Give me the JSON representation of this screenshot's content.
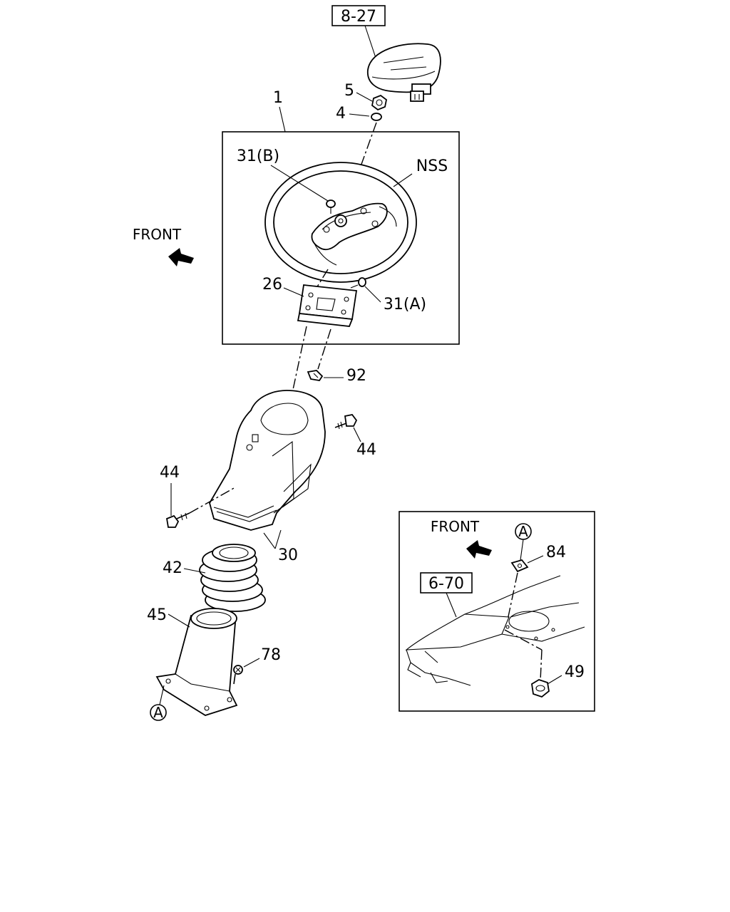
{
  "references": {
    "top": "8-27",
    "inset": "6-70"
  },
  "labels": {
    "p1": "1",
    "p4": "4",
    "p5": "5",
    "p26": "26",
    "p30": "30",
    "p31a": "31(A)",
    "p31b": "31(B)",
    "p42": "42",
    "p44_right": "44",
    "p44_left": "44",
    "p45": "45",
    "p49": "49",
    "p78": "78",
    "p84": "84",
    "p92": "92",
    "nss": "NSS",
    "circle_a_main": "A",
    "circle_a_inset": "A"
  },
  "front": {
    "main": "FRONT",
    "inset": "FRONT"
  }
}
